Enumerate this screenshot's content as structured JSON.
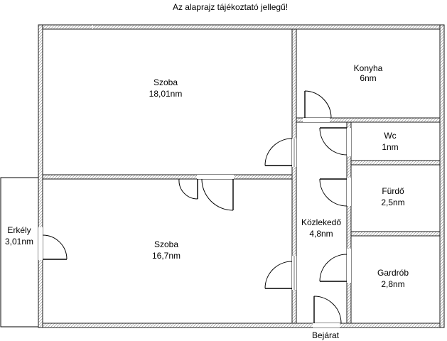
{
  "header": {
    "title": "Az alaprajz tájékoztató jellegű!"
  },
  "rooms": {
    "szoba_top": {
      "name": "Szoba",
      "area": "18,01nm"
    },
    "konyha": {
      "name": "Konyha",
      "area": "6nm"
    },
    "wc": {
      "name": "Wc",
      "area": "1nm"
    },
    "furdo": {
      "name": "Fürdő",
      "area": "2,5nm"
    },
    "kozlekedo": {
      "name": "Közlekedő",
      "area": "4,8nm"
    },
    "szoba_bottom": {
      "name": "Szoba",
      "area": "16,7nm"
    },
    "gardrob": {
      "name": "Gardrób",
      "area": "2,8nm"
    },
    "erkely": {
      "name": "Erkély",
      "area": "3,01nm"
    }
  },
  "entrance": {
    "label": "Bejárat"
  },
  "colors": {
    "wall": "#1a1a1a",
    "hatch": "#9a9a9a",
    "background": "#ffffff"
  }
}
